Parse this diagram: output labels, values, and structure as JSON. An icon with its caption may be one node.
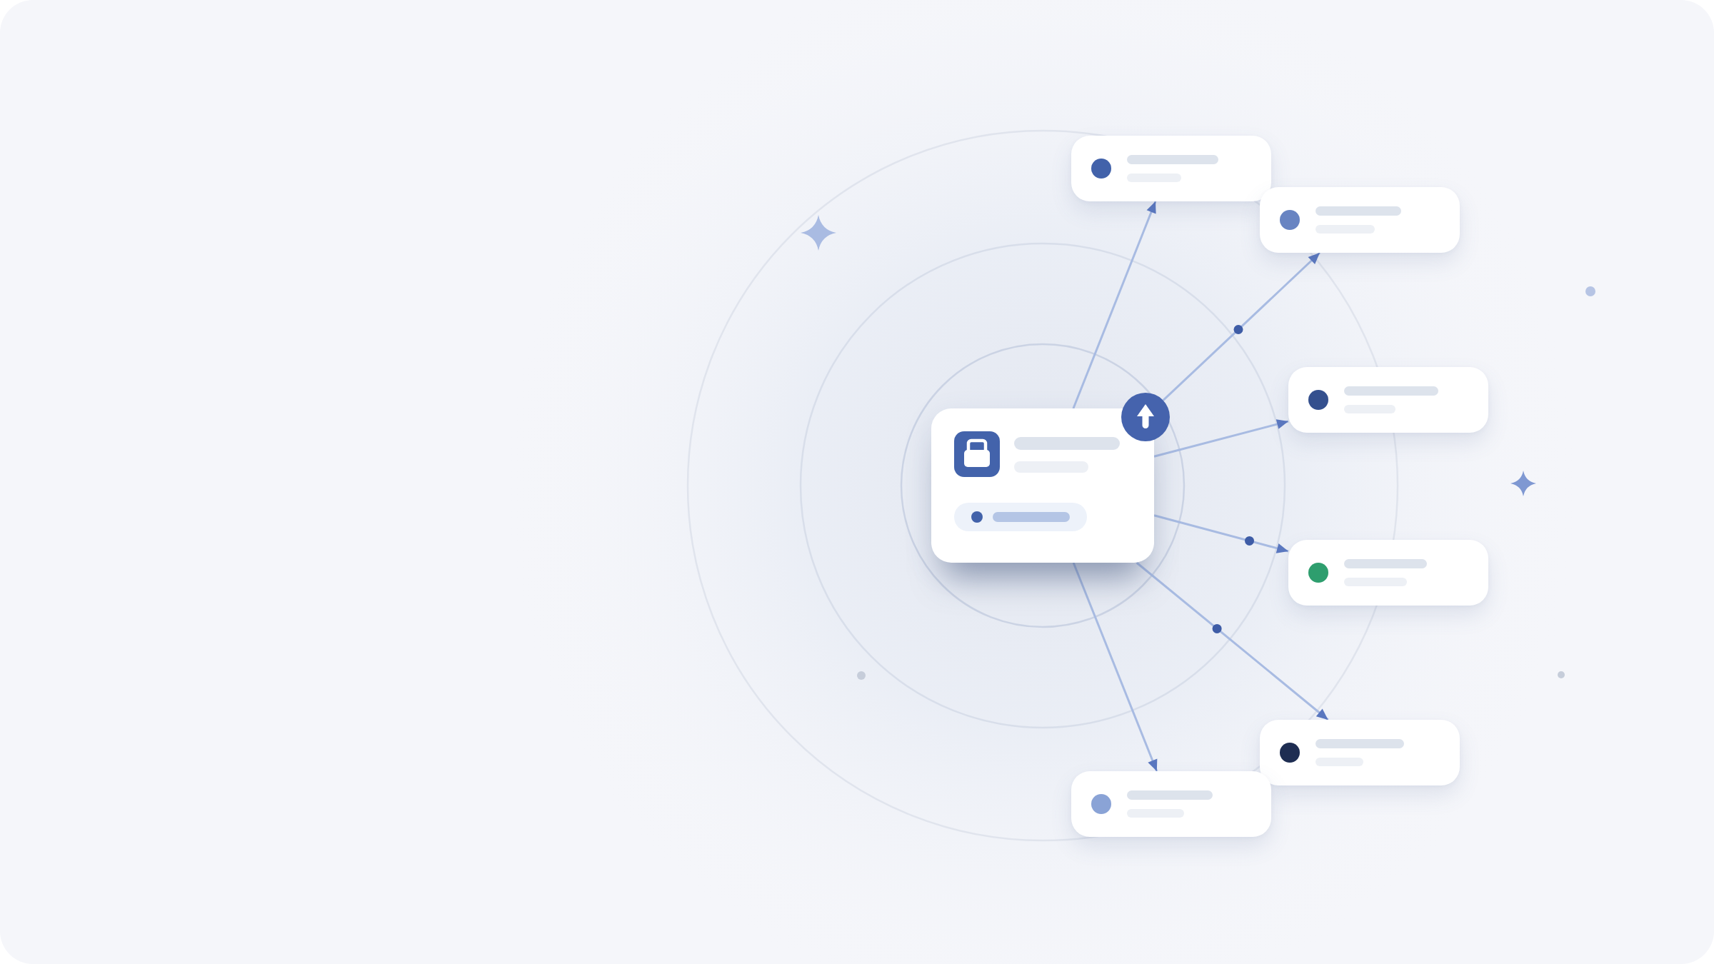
{
  "diagram": {
    "nodes": [
      {
        "text": [],
        "shape": "box"
      },
      {
        "text": [],
        "shape": "circle"
      },
      {
        "text": [],
        "shape": "box"
      },
      {
        "text": [],
        "shape": "box"
      },
      {
        "text": [],
        "shape": "box"
      },
      {
        "text": [],
        "shape": "box"
      },
      {
        "text": [],
        "shape": "box"
      },
      {
        "text": [],
        "shape": "box"
      }
    ],
    "edges": [
      {
        "from": 0,
        "to": 2,
        "arrow": "to"
      },
      {
        "from": 1,
        "to": 3,
        "arrow": "to"
      },
      {
        "from": 0,
        "to": 4,
        "arrow": "to"
      },
      {
        "from": 0,
        "to": 5,
        "arrow": "to"
      },
      {
        "from": 0,
        "to": 6,
        "arrow": "to"
      },
      {
        "from": 0,
        "to": 7,
        "arrow": "to"
      }
    ]
  }
}
